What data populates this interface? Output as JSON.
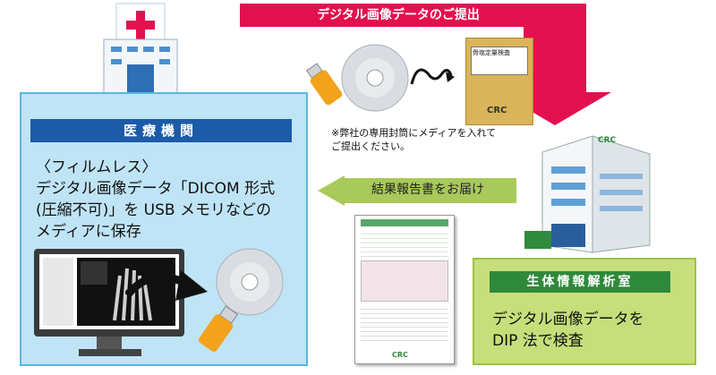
{
  "top_arrow": {
    "label": "デジタル画像データのご提出",
    "color": "#e3104f"
  },
  "envelope": {
    "title": "骨塩定量検査",
    "logo": "CRC"
  },
  "note": {
    "line1": "※弊社の専用封筒にメディアを入れて",
    "line2": "ご提出ください。"
  },
  "report_arrow": {
    "label": "結果報告書をお届け",
    "color": "#9fc244"
  },
  "medical_institution": {
    "title": "医療機関",
    "lines": [
      "〈フィルムレス〉",
      "デジタル画像データ「DICOM 形式",
      "(圧縮不可)」を USB メモリなどの",
      "メディアに保存"
    ]
  },
  "analysis_lab": {
    "title": "生体情報解析室",
    "lines": [
      "デジタル画像データを",
      "DIP 法で検査"
    ]
  },
  "building_sign": "CRC",
  "report_logo": "CRC",
  "colors": {
    "medical_panel": "#bfe4f6",
    "medical_title": "#1c5ba8",
    "lab_panel": "#c6df7a",
    "lab_title": "#2e8a3a"
  }
}
